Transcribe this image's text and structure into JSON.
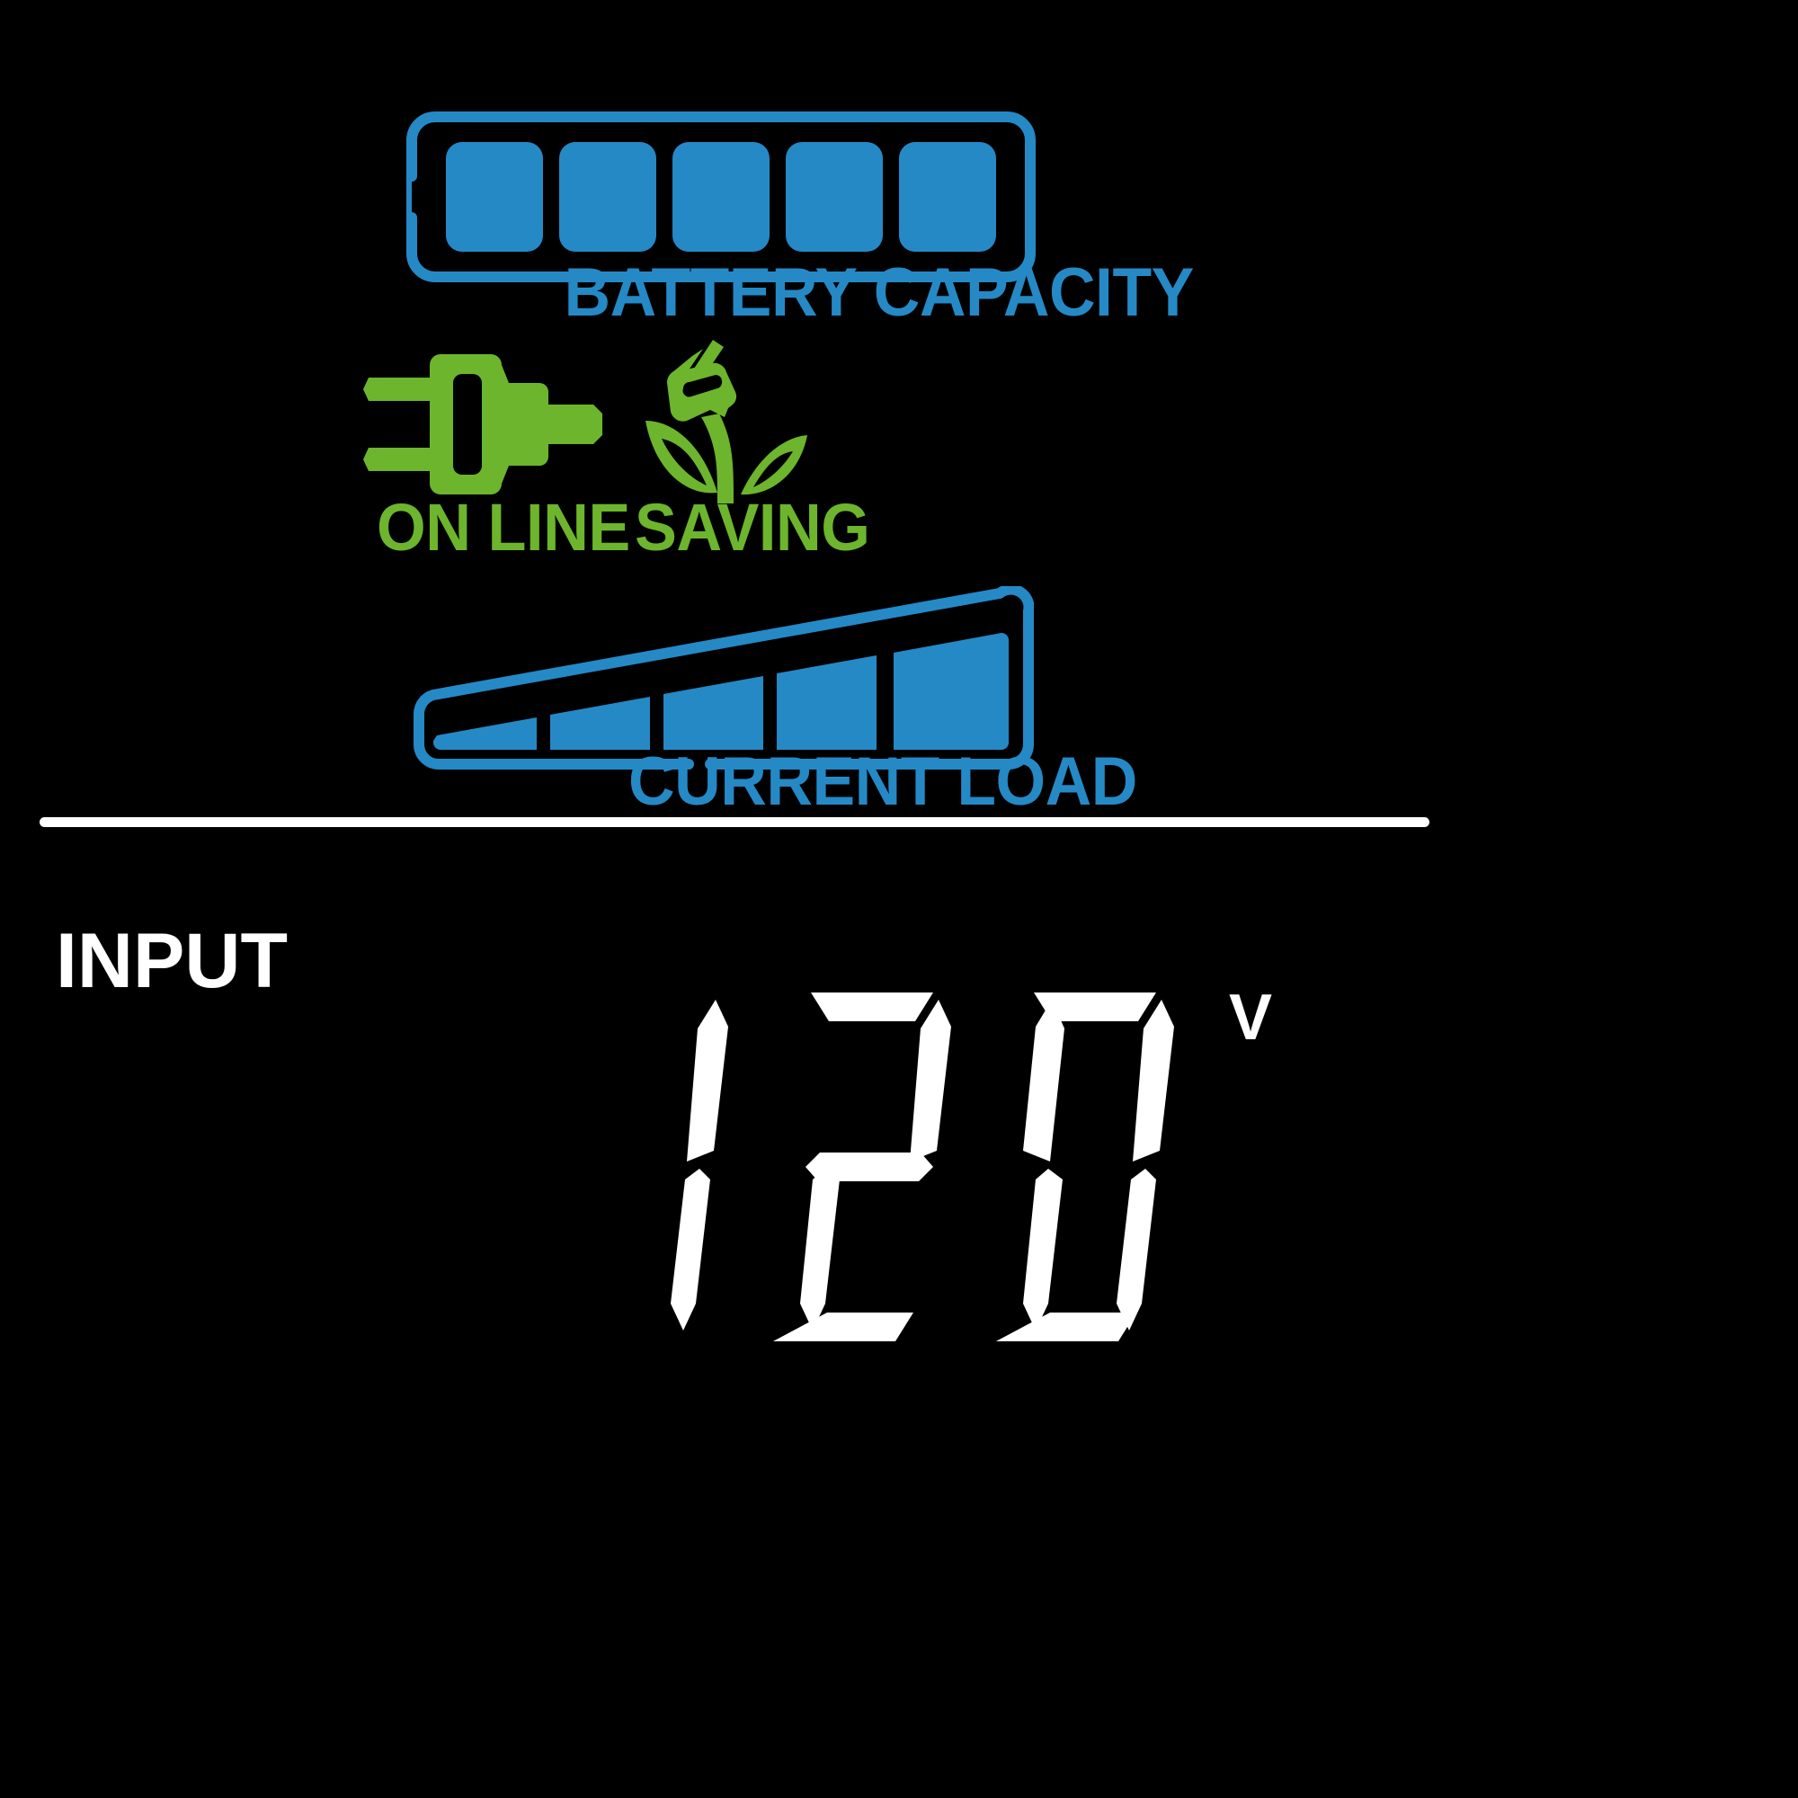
{
  "display": {
    "device": "ups-lcd-status-panel",
    "background_color": "#000000"
  },
  "colors": {
    "accent_blue": "#2589C6",
    "accent_green": "#6CB52D",
    "text_white": "#FFFFFF",
    "background": "#000000"
  },
  "battery_section": {
    "label": "BATTERY CAPACITY",
    "icon": "battery-gauge-icon",
    "segments_total": 5,
    "segments_filled": 5,
    "color": "#2589C6"
  },
  "status_section": {
    "indicators": [
      {
        "label": "ON LINE",
        "icon": "plug-icon",
        "active": true,
        "color": "#6CB52D"
      },
      {
        "label": "SAVING",
        "icon": "leaf-plug-icon",
        "active": true,
        "color": "#6CB52D"
      }
    ]
  },
  "load_section": {
    "label": "CURRENT LOAD",
    "icon": "load-gauge-icon",
    "segments_total": 5,
    "segments_filled": 5,
    "color": "#2589C6"
  },
  "reading_section": {
    "label": "INPUT",
    "value": "120",
    "unit": "V",
    "digits": [
      "1",
      "2",
      "0"
    ],
    "color": "#FFFFFF"
  },
  "chart_data": {
    "type": "bar",
    "title": "UPS LCD Status Gauges",
    "charts": [
      {
        "name": "BATTERY CAPACITY",
        "categories": [
          "1",
          "2",
          "3",
          "4",
          "5"
        ],
        "values": [
          1,
          1,
          1,
          1,
          1
        ],
        "filled": 5,
        "total": 5,
        "percent": 100,
        "color": "#2589C6"
      },
      {
        "name": "CURRENT LOAD",
        "categories": [
          "1",
          "2",
          "3",
          "4",
          "5"
        ],
        "values": [
          1,
          1,
          1,
          1,
          1
        ],
        "filled": 5,
        "total": 5,
        "percent": 100,
        "color": "#2589C6"
      }
    ],
    "readouts": [
      {
        "label": "INPUT",
        "value": 120,
        "unit": "V"
      }
    ],
    "xlabel": "",
    "ylabel": "",
    "grid": false,
    "legend": "none"
  }
}
